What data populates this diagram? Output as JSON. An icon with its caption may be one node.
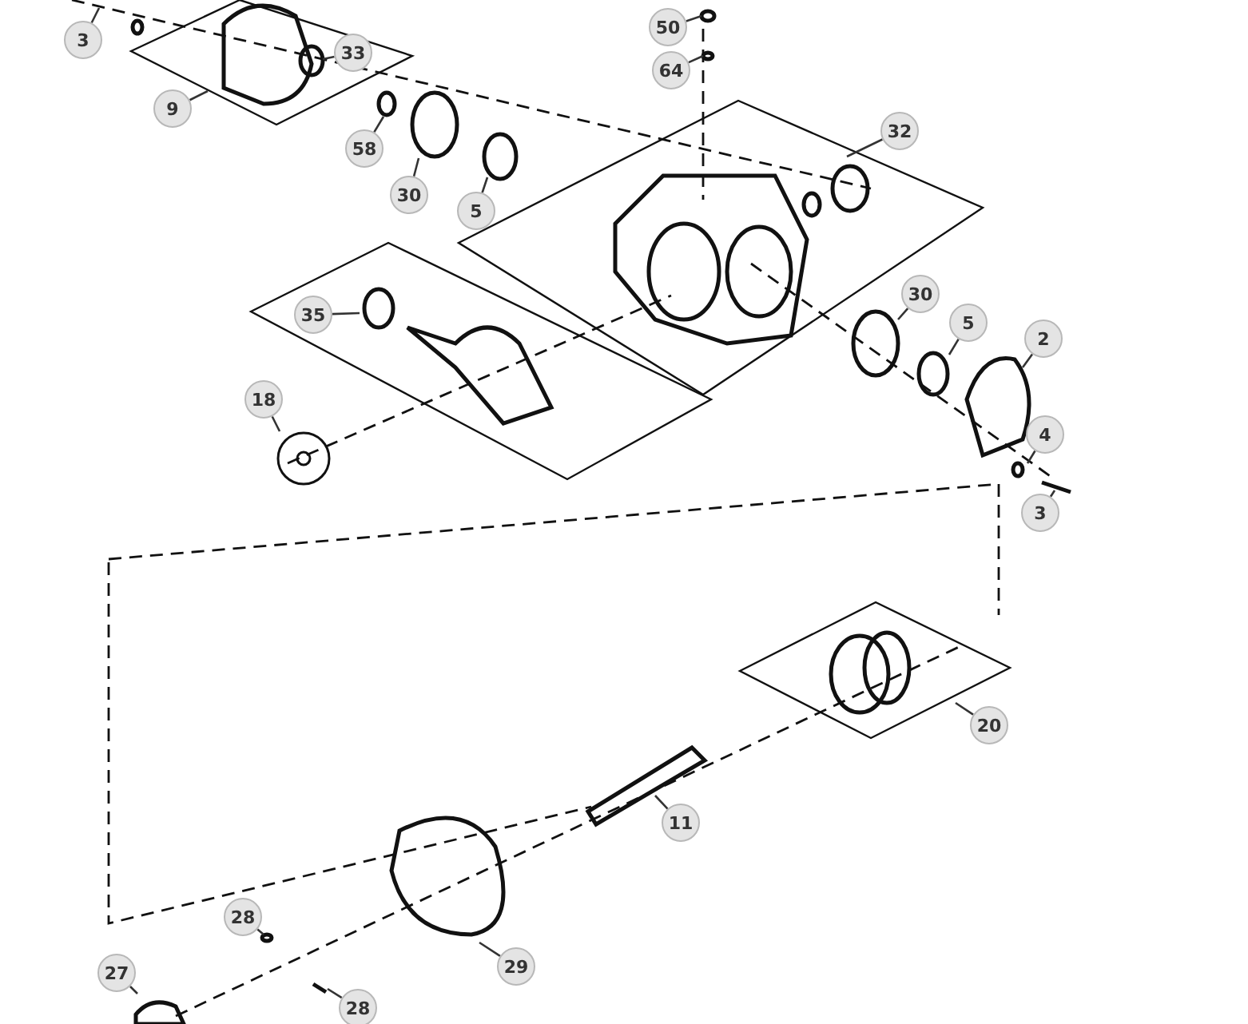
{
  "diagram": {
    "nodes": [
      {
        "text": [
          "3"
        ]
      },
      {
        "text": [
          "9"
        ]
      },
      {
        "text": [
          "33"
        ]
      },
      {
        "text": [
          "58"
        ]
      },
      {
        "text": [
          "30"
        ]
      },
      {
        "text": [
          "5"
        ]
      },
      {
        "text": [
          "50"
        ]
      },
      {
        "text": [
          "64"
        ]
      },
      {
        "text": [
          "32"
        ]
      },
      {
        "text": [
          "35"
        ]
      },
      {
        "text": [
          "18"
        ]
      },
      {
        "text": [
          "30"
        ]
      },
      {
        "text": [
          "5"
        ]
      },
      {
        "text": [
          "2"
        ]
      },
      {
        "text": [
          "4"
        ]
      },
      {
        "text": [
          "3"
        ]
      },
      {
        "text": [
          "20"
        ]
      },
      {
        "text": [
          "11"
        ]
      },
      {
        "text": [
          "28"
        ]
      },
      {
        "text": [
          "29"
        ]
      },
      {
        "text": [
          "27"
        ]
      },
      {
        "text": [
          "28"
        ]
      }
    ],
    "edges": [
      {
        "from": 0,
        "to": null,
        "arrow": "none"
      },
      {
        "from": 1,
        "to": null,
        "arrow": "none"
      },
      {
        "from": 2,
        "to": null,
        "arrow": "none"
      },
      {
        "from": 3,
        "to": null,
        "arrow": "none"
      },
      {
        "from": 4,
        "to": null,
        "arrow": "none"
      },
      {
        "from": 5,
        "to": null,
        "arrow": "none"
      },
      {
        "from": 6,
        "to": null,
        "arrow": "none"
      },
      {
        "from": 7,
        "to": null,
        "arrow": "none"
      },
      {
        "from": 8,
        "to": null,
        "arrow": "none"
      },
      {
        "from": 9,
        "to": null,
        "arrow": "none"
      },
      {
        "from": 10,
        "to": null,
        "arrow": "none"
      },
      {
        "from": 11,
        "to": null,
        "arrow": "none"
      },
      {
        "from": 12,
        "to": null,
        "arrow": "none"
      },
      {
        "from": 13,
        "to": null,
        "arrow": "none"
      },
      {
        "from": 14,
        "to": null,
        "arrow": "none"
      },
      {
        "from": 15,
        "to": null,
        "arrow": "none"
      },
      {
        "from": 16,
        "to": null,
        "arrow": "none"
      },
      {
        "from": 17,
        "to": null,
        "arrow": "none"
      },
      {
        "from": 18,
        "to": null,
        "arrow": "none"
      },
      {
        "from": 19,
        "to": null,
        "arrow": "none"
      },
      {
        "from": 20,
        "to": null,
        "arrow": "none"
      },
      {
        "from": 21,
        "to": null,
        "arrow": "none"
      }
    ]
  }
}
